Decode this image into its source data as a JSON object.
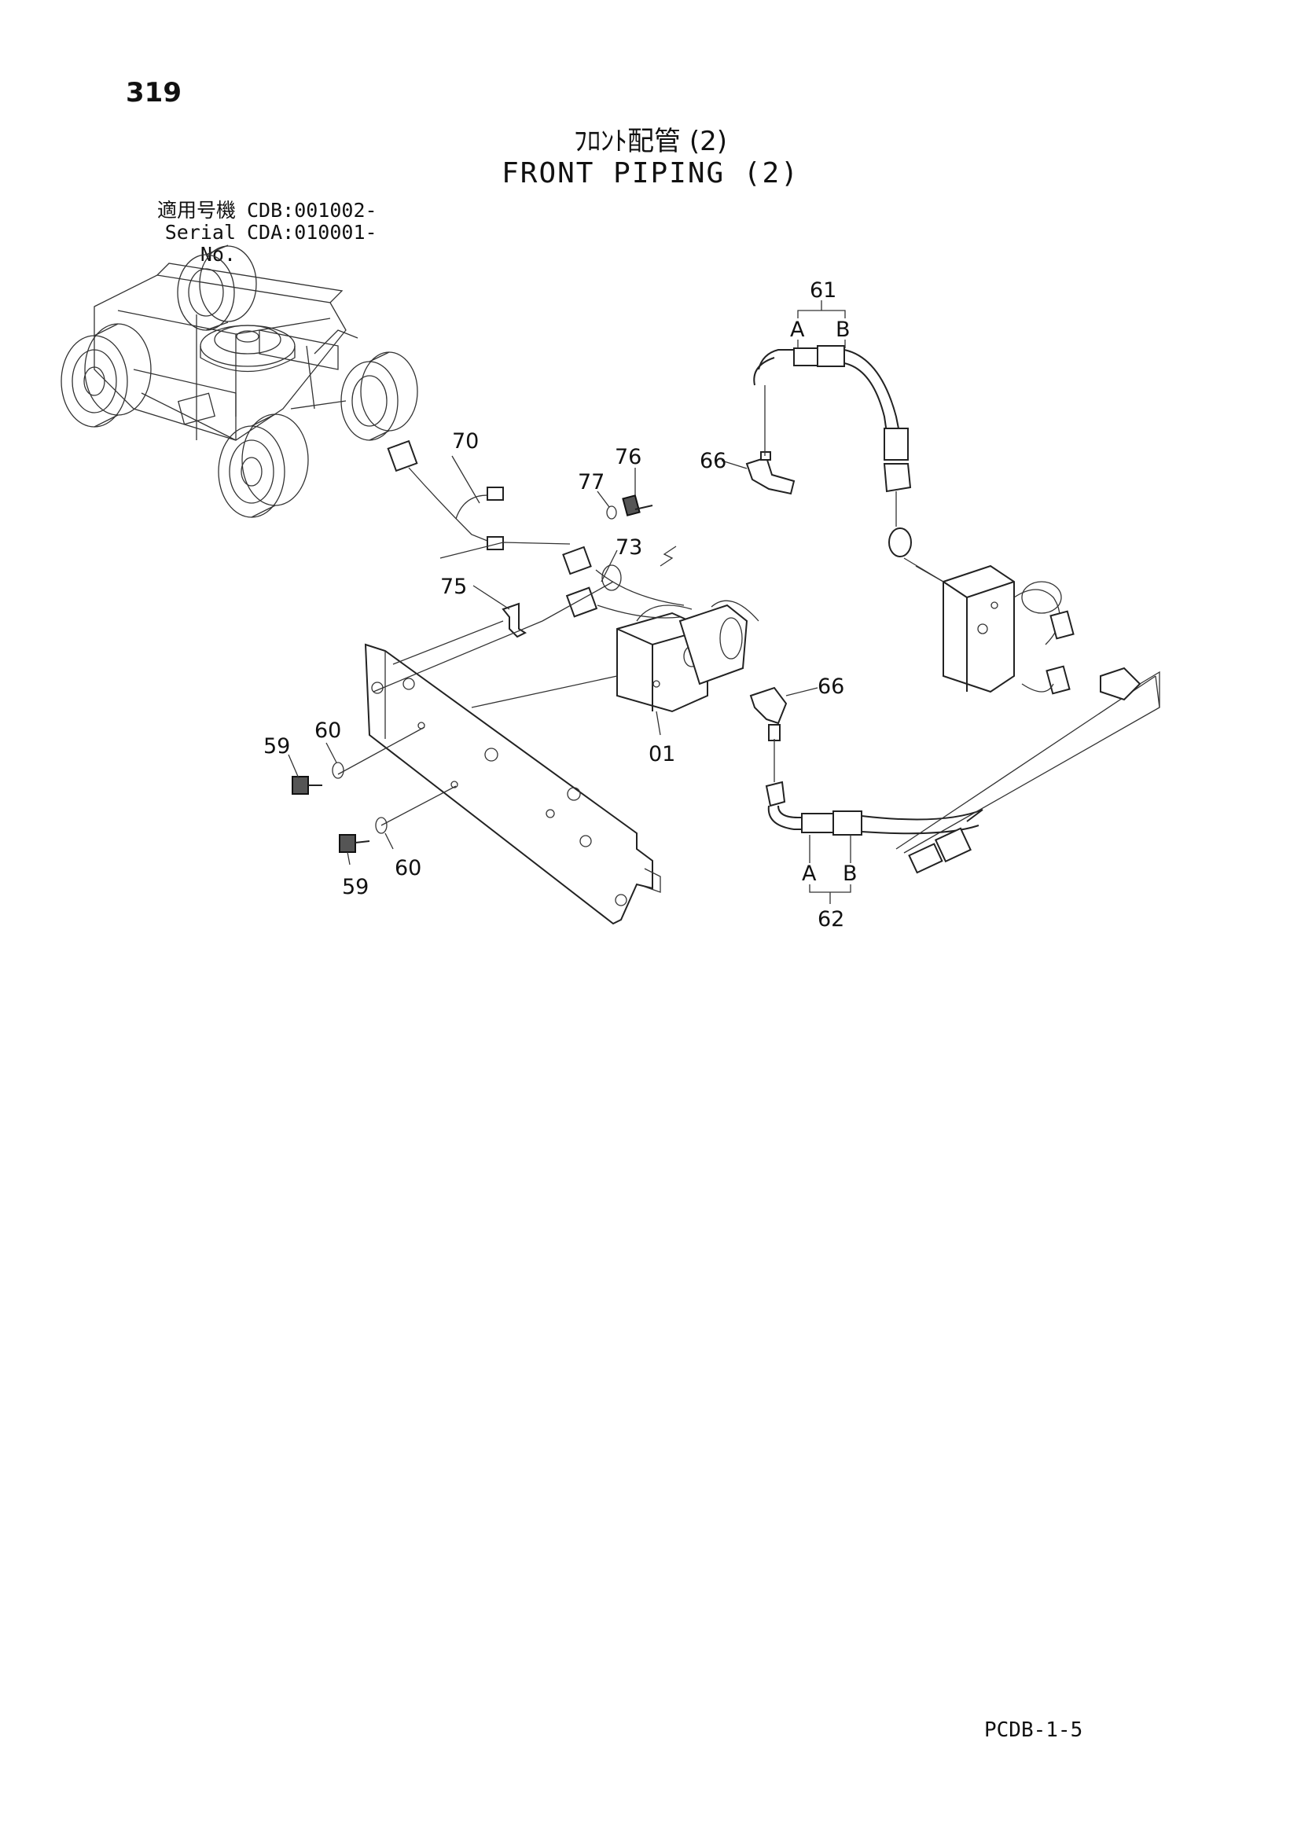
{
  "header": {
    "page_number": "319",
    "title_jp": "ﾌﾛﾝﾄ配管 (2)",
    "title_en": "FRONT PIPING (2)",
    "serial_rows": [
      {
        "label": "適用号機",
        "value": "CDB:001002-"
      },
      {
        "label": "Serial No.",
        "value": "CDA:010001-"
      }
    ]
  },
  "callouts": {
    "c70": "70",
    "c76": "76",
    "c77": "77",
    "c73": "73",
    "c75": "75",
    "c61": "61",
    "c61a": "A",
    "c61b": "B",
    "c66_top": "66",
    "c66_mid": "66",
    "c01": "01",
    "c59_top": "59",
    "c60_top": "60",
    "c59_bot": "59",
    "c60_bot": "60",
    "c62": "62",
    "c62a": "A",
    "c62b": "B"
  },
  "footer": {
    "code": "PCDB-1-5"
  }
}
